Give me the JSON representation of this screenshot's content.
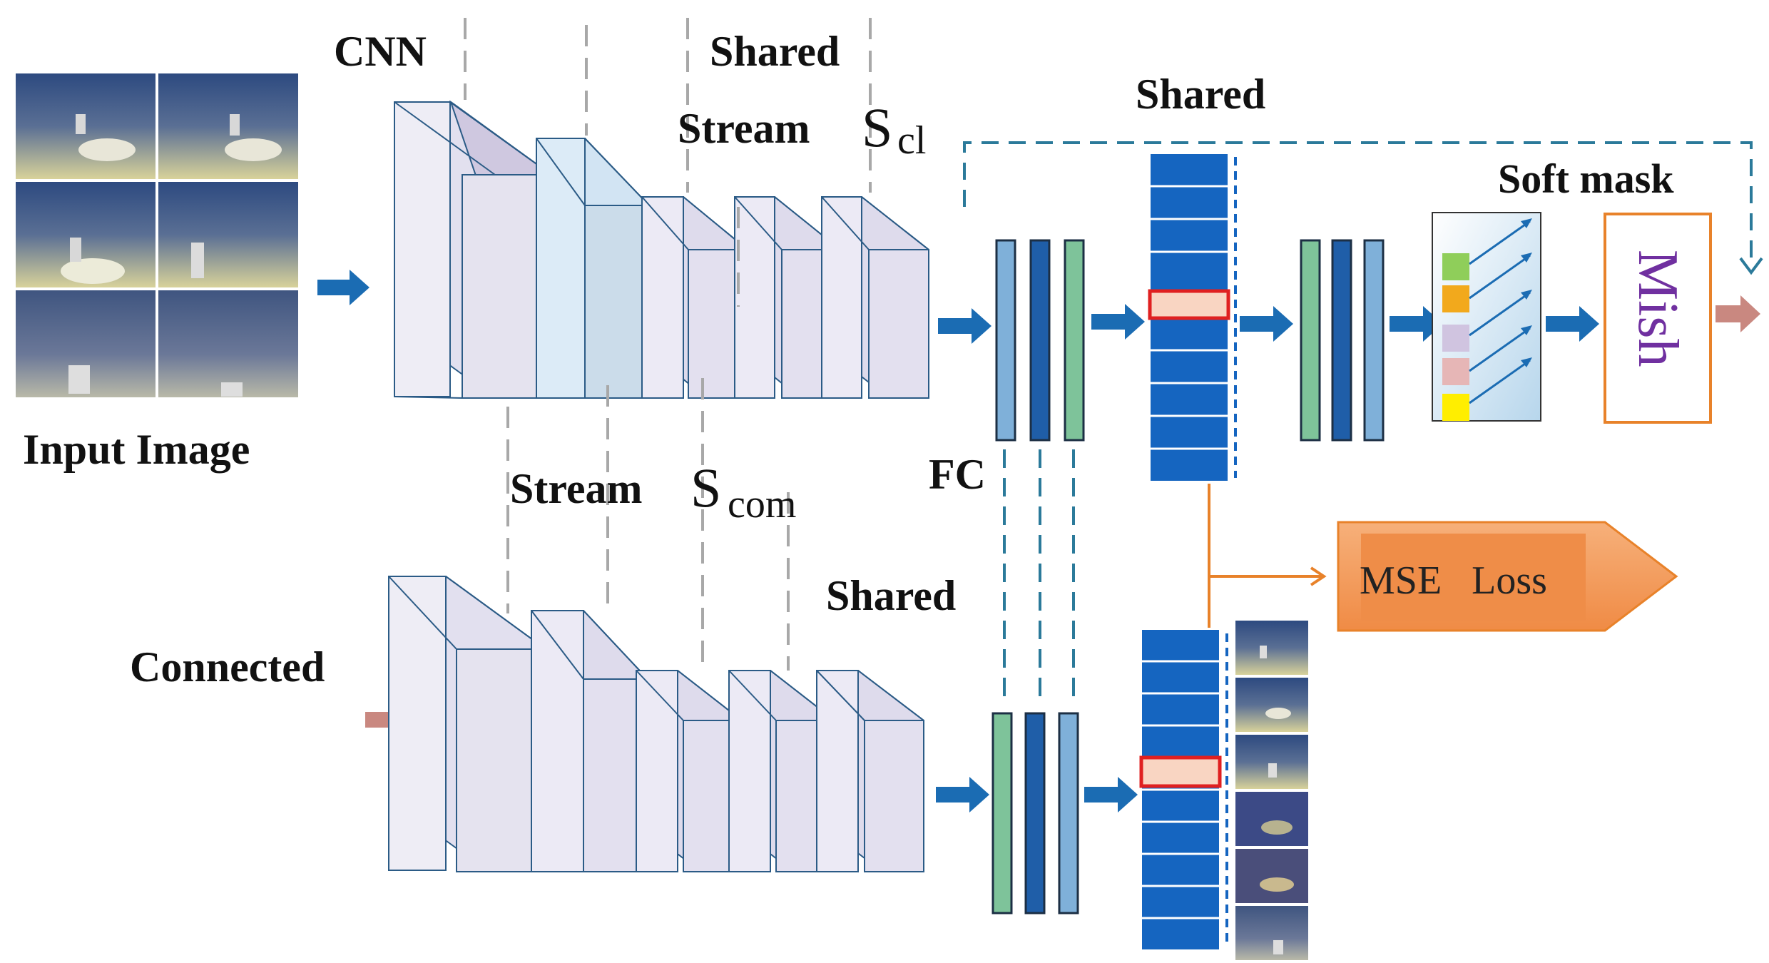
{
  "labels": {
    "cnn": "CNN",
    "shared_top": "Shared",
    "stream_cl_prefix": "Stream",
    "stream_cl_S": "S",
    "stream_cl_sub": "cl",
    "shared_mid": "Shared",
    "soft_mask": "Soft mask",
    "input_image": "Input Image",
    "stream_com_prefix": "Stream",
    "stream_com_S": "S",
    "stream_com_sub": "com",
    "fc": "FC",
    "shared_lower": "Shared",
    "connected": "Connected",
    "mish": "Mish",
    "mse_loss": "MSE   Loss"
  },
  "colors": {
    "arrow_blue": "#1b6cb3",
    "arrow_pink": "#c98880",
    "fc_light": "#7fb0d9",
    "fc_dark": "#1f5ea8",
    "fc_green": "#7ec39a",
    "feature_column": "#1565c0",
    "highlight_cell": "#f9d5c2",
    "highlight_border": "#e02020",
    "orange": "#e8822a",
    "mish_text": "#7030a0",
    "dashed_teal": "#2b7a9a",
    "cube_face": "#dcdcec",
    "cube_front": "#e9e7f3"
  },
  "soft_mask_cells": [
    "#8fce5a",
    "#f2a91c",
    "#d0c4e0",
    "#e6b6b6",
    "#ffee00"
  ]
}
